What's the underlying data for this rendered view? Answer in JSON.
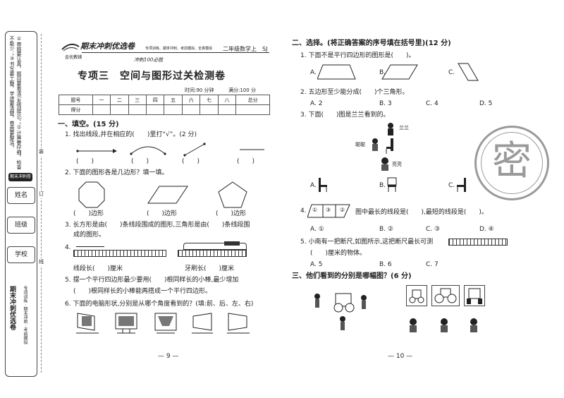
{
  "sidebar": {
    "notes": "①审题要认真，题目要看清(友情提示)；②计算要仔细，检查不能少；③书写要工整，字迹要清楚，卷面要整洁。",
    "brand_small": "期末冲刺卷",
    "fields": [
      "姓名",
      "班级",
      "学校"
    ],
    "margin_marks": [
      "装",
      "订",
      "线"
    ],
    "bottom_brand": "期末冲刺优选卷",
    "bottom_sub": "专项训练 · 期末冲刺 · 考前模拟"
  },
  "header": {
    "brand": "期末冲刺优选卷",
    "publisher": "金优教辅",
    "tagline": "专项训练、期末冲刺、考前模拟、全真模拟",
    "grade": "二年级数学上　SJ",
    "motto": "冲刺100必胜"
  },
  "page_left": {
    "title": "专项三　空间与图形过关检测卷",
    "time": "时间:90 分钟",
    "score": "满分:100 分",
    "score_table": {
      "row1": [
        "题号",
        "一",
        "二",
        "三",
        "四",
        "五",
        "六",
        "七",
        "八",
        "总分"
      ],
      "row2": [
        "得分",
        "",
        "",
        "",
        "",
        "",
        "",
        "",
        "",
        ""
      ]
    },
    "section1": "一、填空。(15 分)",
    "q1": "1. 找出线段,并在相应的(　　)里打“√”。(2 分)",
    "q1_paren": "(　　)",
    "q2": "2. 下面的图形各是几边形？填一填。",
    "q2_answer": "边形",
    "q3_a": "3. 长方形是由(　　)条线段围成的图形,三角形是由(　　)条线段围",
    "q3_b": "成的图形。",
    "q4_prefix": "4.",
    "q4_a": "线段长(　　)厘米",
    "q4_b": "牙刷长(　　)厘米",
    "q5_a": "5. 摆一个平行四边形最少要用(　　)根同样长的小棒,最少增加",
    "q5_b": "(　　)根同样长的小棒能再搭成一个平行四边形。",
    "q6": "6. 下面的电脑形状,分别是从哪个角度看到的？(填:前、后、左、右)",
    "page_num": "— 9 —"
  },
  "page_right": {
    "section2": "二、选择。(将正确答案的序号填在括号里)(12 分)",
    "q1": "1. 下面不是平行四边形的图形是(　　)。",
    "q1_opts": [
      "A.",
      "B.",
      "C."
    ],
    "q2": "2. 五边形至少能分成(　　)个三角形。",
    "q2_opts": [
      "A. 2",
      "B. 3",
      "C. 4",
      "D. 5"
    ],
    "q3": "3. 下面(　　)图是兰兰看到的。",
    "q3_names": [
      "兰兰",
      "聪聪",
      "亮亮"
    ],
    "q3_opts": [
      "A.",
      "B.",
      "C."
    ],
    "q4_prefix": "4.",
    "q4": "图中最长的线段是(　　),最短的线段是(　　)。",
    "q4_labels": [
      "①",
      "③",
      "②"
    ],
    "q4_opts": [
      "A. ①",
      "B. ②",
      "C. ③",
      "D. ④"
    ],
    "q5_a": "5. 小南有一把断尺,如图所示,这把断尺最长可测",
    "q5_b": "(　　)厘米的物体。",
    "q5_opts": [
      "A. 5",
      "B. 6",
      "C. 7"
    ],
    "section3": "三、他们看到的分别是哪幅图？(6 分)",
    "page_num": "— 10 —"
  },
  "stamp": "密",
  "colors": {
    "ink": "#222222",
    "stamp": "#9a9a9a"
  }
}
